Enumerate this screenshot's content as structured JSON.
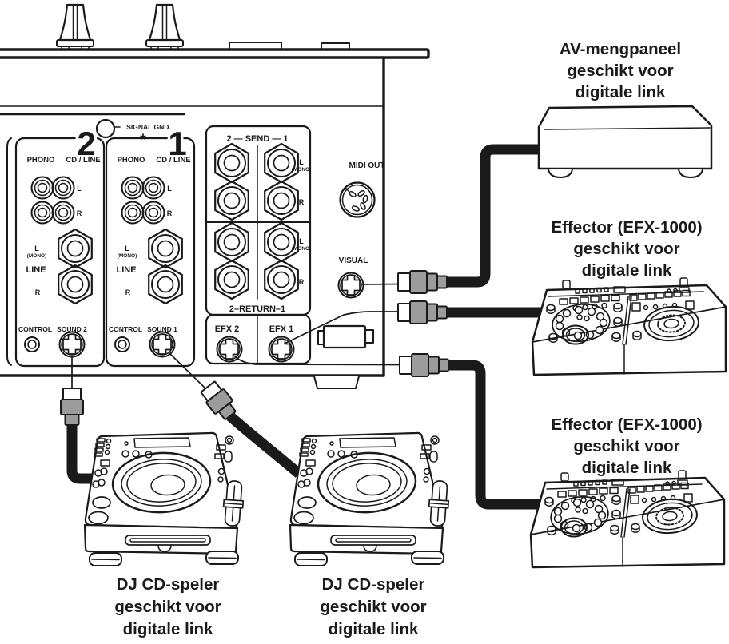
{
  "panel": {
    "signal_gnd": "SIGNAL GND.",
    "asterisk": "*",
    "channels": [
      {
        "number": "2",
        "phono": "PHONO",
        "cd_line": "CD / LINE",
        "rca_l": "L",
        "rca_r": "R",
        "line_l": "L",
        "line_mono": "(MONO)",
        "line_label": "LINE",
        "line_r": "R",
        "control": "CONTROL",
        "sound": "SOUND 2"
      },
      {
        "number": "1",
        "phono": "PHONO",
        "cd_line": "CD / LINE",
        "rca_l": "L",
        "rca_r": "R",
        "line_l": "L",
        "line_mono": "(MONO)",
        "line_label": "LINE",
        "line_r": "R",
        "control": "CONTROL",
        "sound": "SOUND 1"
      }
    ],
    "send_header": "2 — SEND — 1",
    "send_l": "L",
    "send_mono": "(MONO)",
    "send_r": "R",
    "return_l": "L",
    "return_mono": "(MONO)",
    "return_r": "R",
    "return_footer": "2–RETURN–1",
    "efx2": "EFX 2",
    "efx1": "EFX 1",
    "midi_out": "MIDI OUT",
    "visual": "VISUAL"
  },
  "devices": {
    "av_mixer": {
      "lines": [
        "AV-mengpaneel",
        "geschikt voor",
        "digitale link"
      ]
    },
    "effector_top": {
      "lines": [
        "Effector (EFX-1000)",
        "geschikt voor",
        "digitale link"
      ]
    },
    "effector_bottom": {
      "lines": [
        "Effector (EFX-1000)",
        "geschikt voor",
        "digitale link"
      ]
    },
    "cd_player_left": {
      "lines": [
        "DJ CD-speler",
        "geschikt voor",
        "digitale link"
      ]
    },
    "cd_player_right": {
      "lines": [
        "DJ CD-speler",
        "geschikt voor",
        "digitale link"
      ]
    }
  },
  "colors": {
    "line": "#1a1a1a",
    "connector_gray": "#9c9c9c",
    "asterisk_red": "#8a2126",
    "background": "#ffffff"
  }
}
